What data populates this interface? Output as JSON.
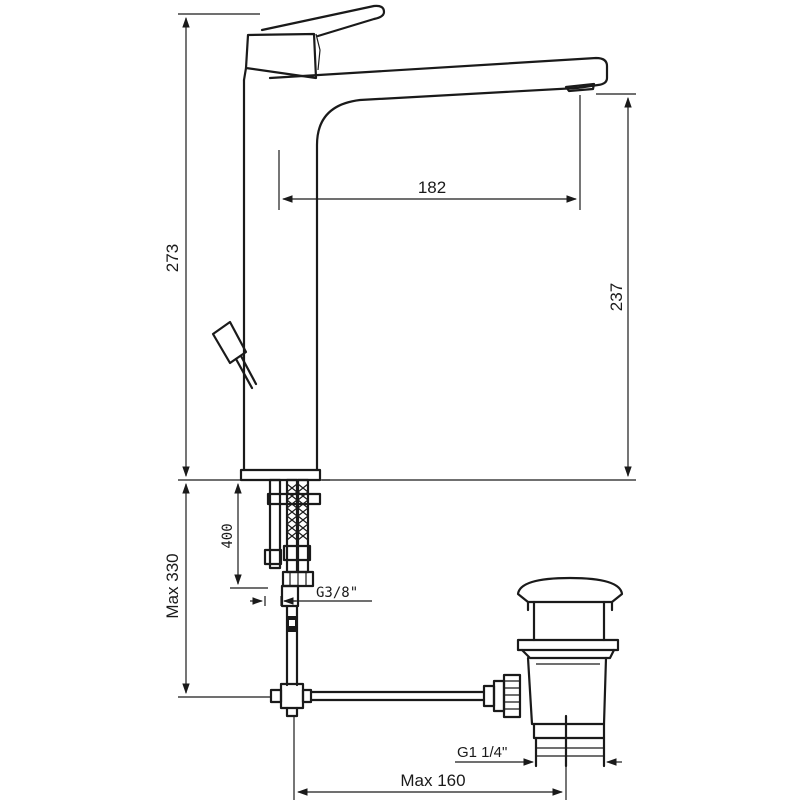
{
  "dimensions": {
    "total_height": "273",
    "spout_reach": "182",
    "spout_height": "237",
    "hose_length": "400",
    "connection_thread": "G3/8\"",
    "max_depth": "Max 330",
    "waste_thread": "G1 1/4\"",
    "max_horizontal": "Max 160"
  }
}
